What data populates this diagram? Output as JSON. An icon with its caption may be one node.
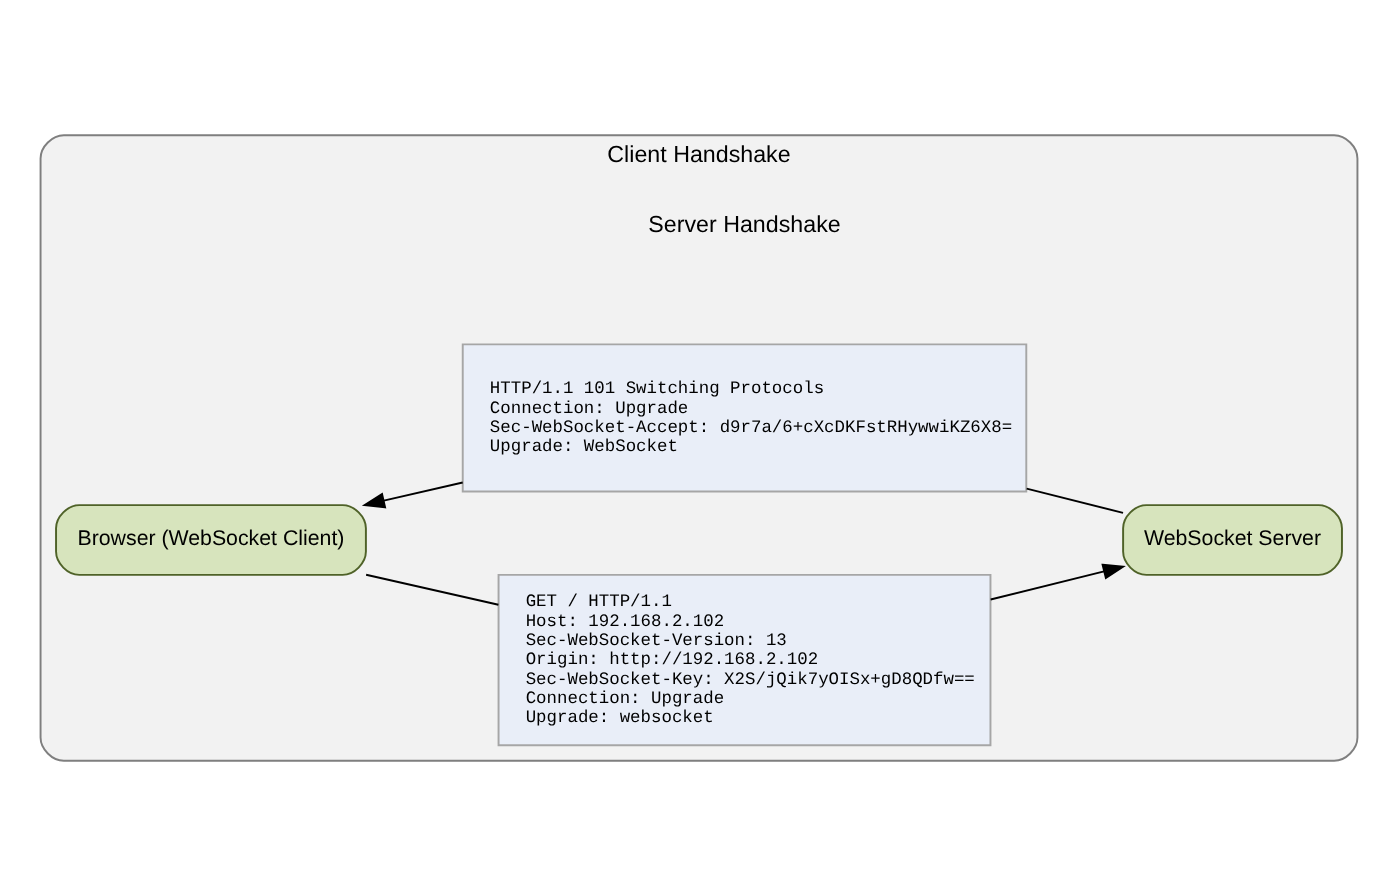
{
  "diagram": {
    "nodes": [
      {
        "text": [
          "Client Handshake"
        ]
      },
      {
        "text": [
          "Browser (WebSocket Client)"
        ],
        "in": 0
      },
      {
        "text": [
          "GET / HTTP/1.1",
          "Host: 192.168.2.102",
          "Sec-WebSocket-Version: 13",
          "Origin: http://192.168.2.102",
          "Sec-WebSocket-Key: X2S/jQik7yOISx+gD8QDfw==",
          "Connection: Upgrade",
          "Upgrade: websocket"
        ],
        "in": 0
      },
      {
        "text": [
          "WebSocket Server"
        ],
        "in": 0
      },
      {
        "text": [
          "HTTP/1.1 101 Switching Protocols",
          "Connection: Upgrade",
          "Sec-WebSocket-Accept: d9r7a/6+cXcDKFstRHywwiKZ6X8=",
          "Upgrade: WebSocket"
        ],
        "in": 0
      }
    ],
    "edges": [
      {
        "from": 1,
        "to": 2,
        "arrow": "none"
      },
      {
        "from": 2,
        "to": 3,
        "arrow": "to"
      },
      {
        "from": 3,
        "to": 4,
        "arrow": "none"
      },
      {
        "from": 4,
        "to": 1,
        "arrow": "to"
      }
    ],
    "labels": [
      "Server Handshake"
    ]
  }
}
